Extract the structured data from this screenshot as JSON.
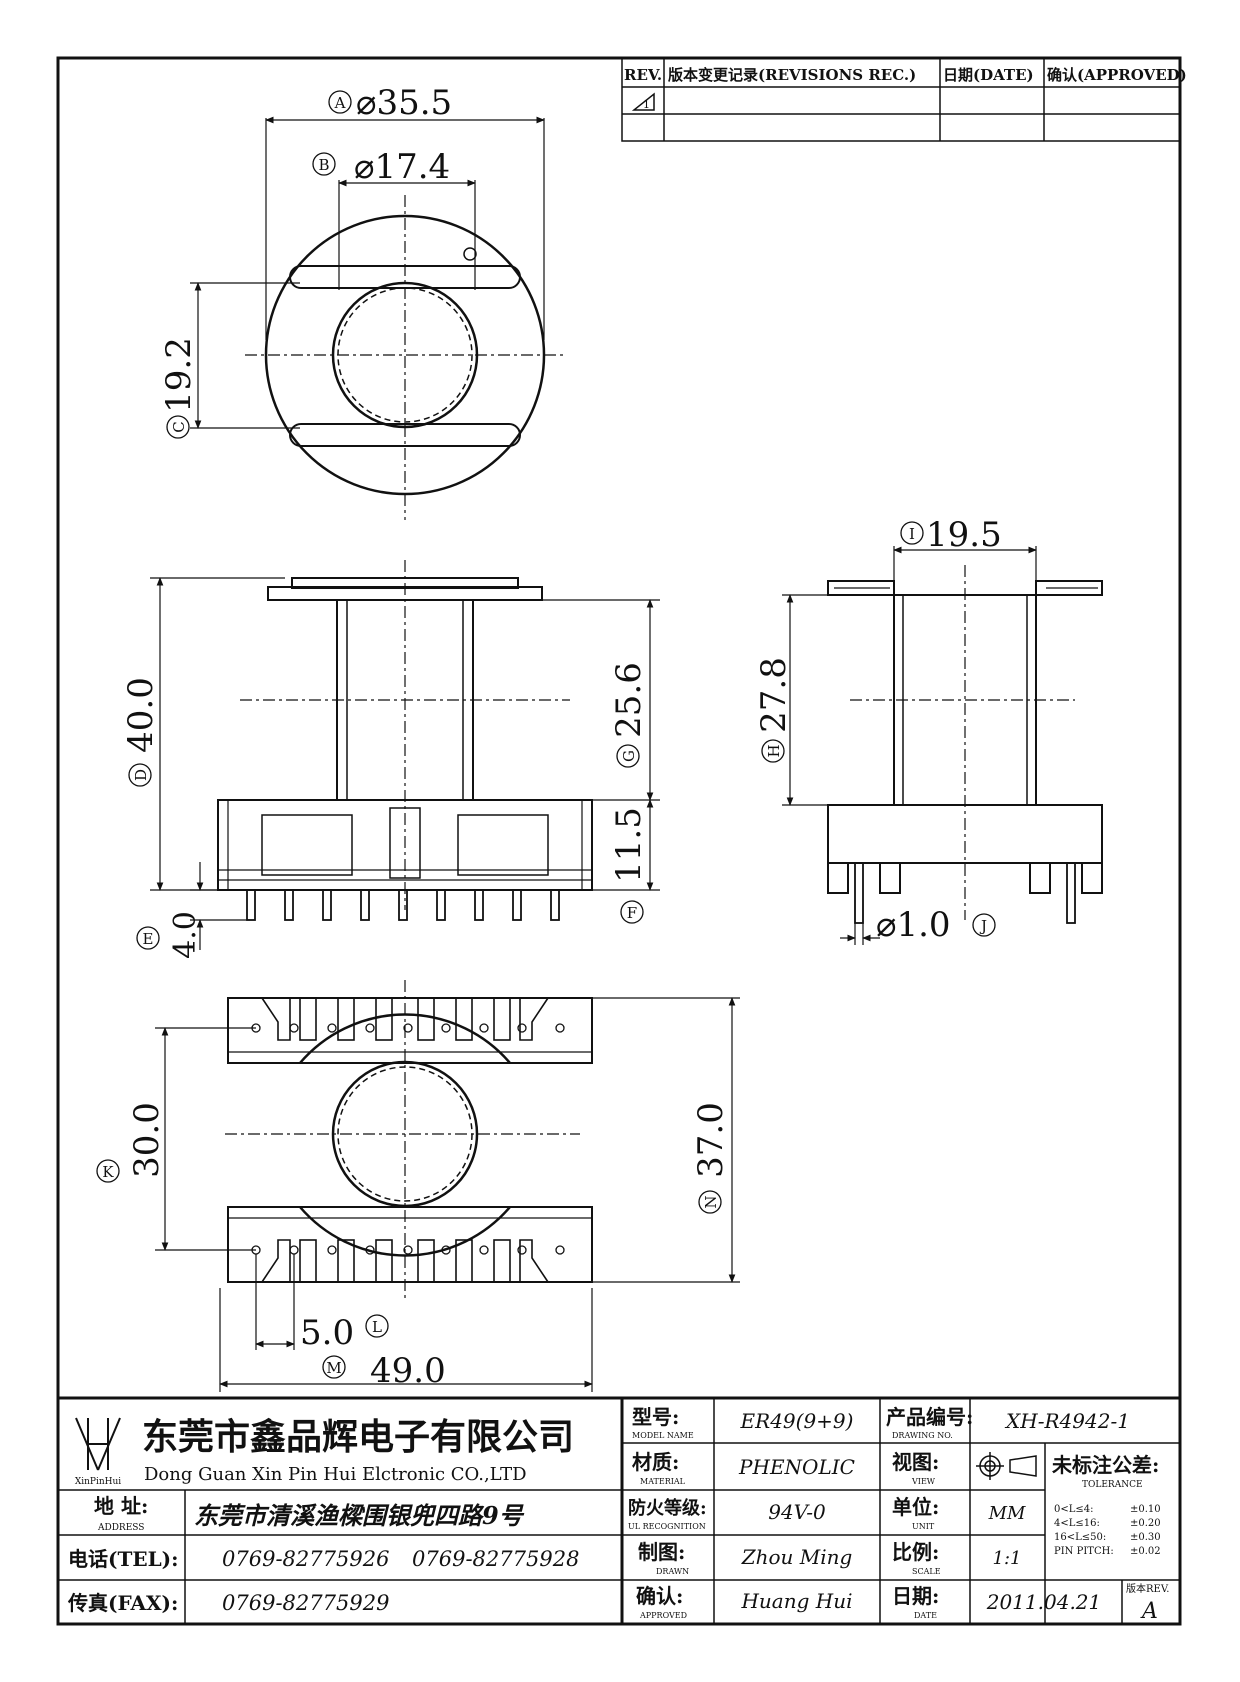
{
  "revision_block": {
    "col_rev": "REV.",
    "col_record": "版本变更记录(REVISIONS REC.)",
    "col_date": "日期(DATE)",
    "col_approved": "确认(APPROVED)",
    "row1_rev": "1"
  },
  "dimensions": {
    "A": {
      "letter": "A",
      "text": "⌀35.5"
    },
    "B": {
      "letter": "B",
      "text": "⌀17.4"
    },
    "C": {
      "letter": "C",
      "text": "19.2"
    },
    "D": {
      "letter": "D",
      "text": "40.0"
    },
    "E": {
      "letter": "E",
      "text": "4.0"
    },
    "F": {
      "letter": "F",
      "text": "11.5"
    },
    "G": {
      "letter": "G",
      "text": "25.6"
    },
    "H": {
      "letter": "H",
      "text": "27.8"
    },
    "I": {
      "letter": "I",
      "text": "19.5"
    },
    "J": {
      "letter": "J",
      "text": "⌀1.0"
    },
    "K": {
      "letter": "K",
      "text": "30.0"
    },
    "L": {
      "letter": "L",
      "text": "5.0"
    },
    "M": {
      "letter": "M",
      "text": "49.0"
    },
    "N": {
      "letter": "N",
      "text": "37.0"
    }
  },
  "title_block": {
    "logo_text": "XinPinHui",
    "company_cn": "东莞市鑫品辉电子有限公司",
    "company_en": "Dong Guan Xin Pin Hui Elctronic CO.,LTD",
    "address_label_cn": "地  址:",
    "address_label_en": "ADDRESS",
    "address_value": "东莞市清溪渔樑围银兜四路9号",
    "tel_label": "电话(TEL):",
    "tel_value_1": "0769-82775926",
    "tel_value_2": "0769-82775928",
    "fax_label": "传真(FAX):",
    "fax_value": "0769-82775929",
    "model_label_cn": "型号:",
    "model_label_en": "MODEL NAME",
    "model_value": "ER49(9+9)",
    "material_label_cn": "材质:",
    "material_label_en": "MATERIAL",
    "material_value": "PHENOLIC",
    "ul_label_cn": "防火等级:",
    "ul_label_en": "UL RECOGNITION",
    "ul_value": "94V-0",
    "drawn_label_cn": "制图:",
    "drawn_label_en": "DRAWN",
    "drawn_value": "Zhou Ming",
    "approved_label_cn": "确认:",
    "approved_label_en": "APPROVED",
    "approved_value": "Huang Hui",
    "drawing_no_label_cn": "产品编号:",
    "drawing_no_label_en": "DRAWING NO.",
    "drawing_no_value": "XH-R4942-1",
    "view_label_cn": "视图:",
    "view_label_en": "VIEW",
    "unit_label_cn": "单位:",
    "unit_label_en": "UNIT",
    "unit_value": "MM",
    "scale_label_cn": "比例:",
    "scale_label_en": "SCALE",
    "scale_value": "1:1",
    "date_label_cn": "日期:",
    "date_label_en": "DATE",
    "date_value": "2011.04.21",
    "tolerance_title_cn": "未标注公差:",
    "tolerance_title_en": "TOLERANCE",
    "tolerance_rows": [
      {
        "range": "0<L≤4:",
        "value": "±0.10"
      },
      {
        "range": "4<L≤16:",
        "value": "±0.20"
      },
      {
        "range": "16<L≤50:",
        "value": "±0.30"
      },
      {
        "range": "PIN PITCH:",
        "value": "±0.02"
      }
    ],
    "version_label": "版本REV.",
    "version_value": "A"
  }
}
